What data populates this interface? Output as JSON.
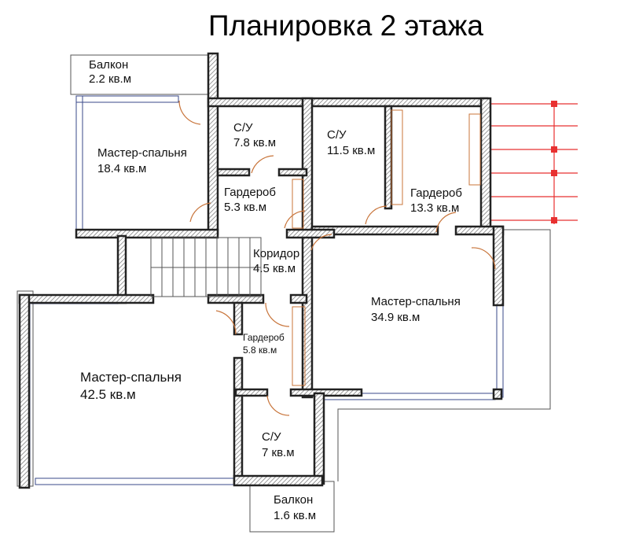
{
  "title": "Планировка 2 этажа",
  "rooms": [
    {
      "name": "Балкон",
      "area": "2.2 кв.м"
    },
    {
      "name": "Мастер-спальня",
      "area": "18.4 кв.м"
    },
    {
      "name": "С/У",
      "area": "7.8 кв.м"
    },
    {
      "name": "С/У",
      "area": "11.5 кв.м"
    },
    {
      "name": "Гардероб",
      "area": "5.3 кв.м"
    },
    {
      "name": "Гардероб",
      "area": "13.3 кв.м"
    },
    {
      "name": "Коридор",
      "area": "4.5 кв.м"
    },
    {
      "name": "Мастер-спальня",
      "area": "34.9 кв.м"
    },
    {
      "name": "Гардероб",
      "area": "5.8 кв.м"
    },
    {
      "name": "Мастер-спальня",
      "area": "42.5 кв.м"
    },
    {
      "name": "С/У",
      "area": "7 кв.м"
    },
    {
      "name": "Балкон",
      "area": "1.6 кв.м"
    }
  ],
  "colors": {
    "wall": "#222222",
    "door": "#c8743a",
    "window": "#3a4a8a",
    "pergola": "#e83030"
  }
}
